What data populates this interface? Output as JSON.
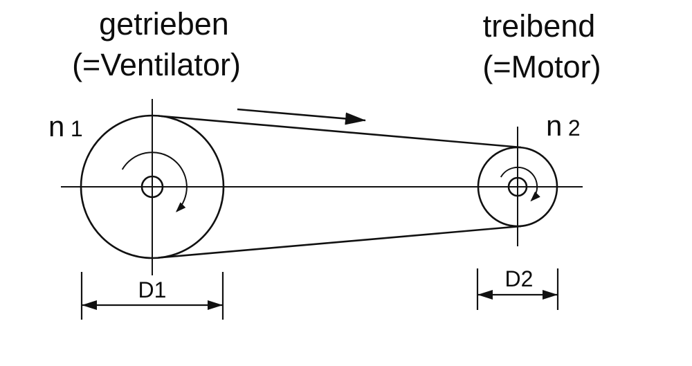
{
  "diagram": {
    "type": "belt-drive-schematic",
    "left": {
      "role_line1": "getrieben",
      "role_line2": "(=Ventilator)",
      "speed_symbol": "n",
      "speed_index": "1",
      "diameter_label": "D1"
    },
    "right": {
      "role_line1": "treibend",
      "role_line2": "(=Motor)",
      "speed_symbol": "n",
      "speed_index": "2",
      "diameter_label": "D2"
    },
    "colors": {
      "line": "#111111",
      "text": "#0d0d0d",
      "background": "#ffffff"
    }
  }
}
